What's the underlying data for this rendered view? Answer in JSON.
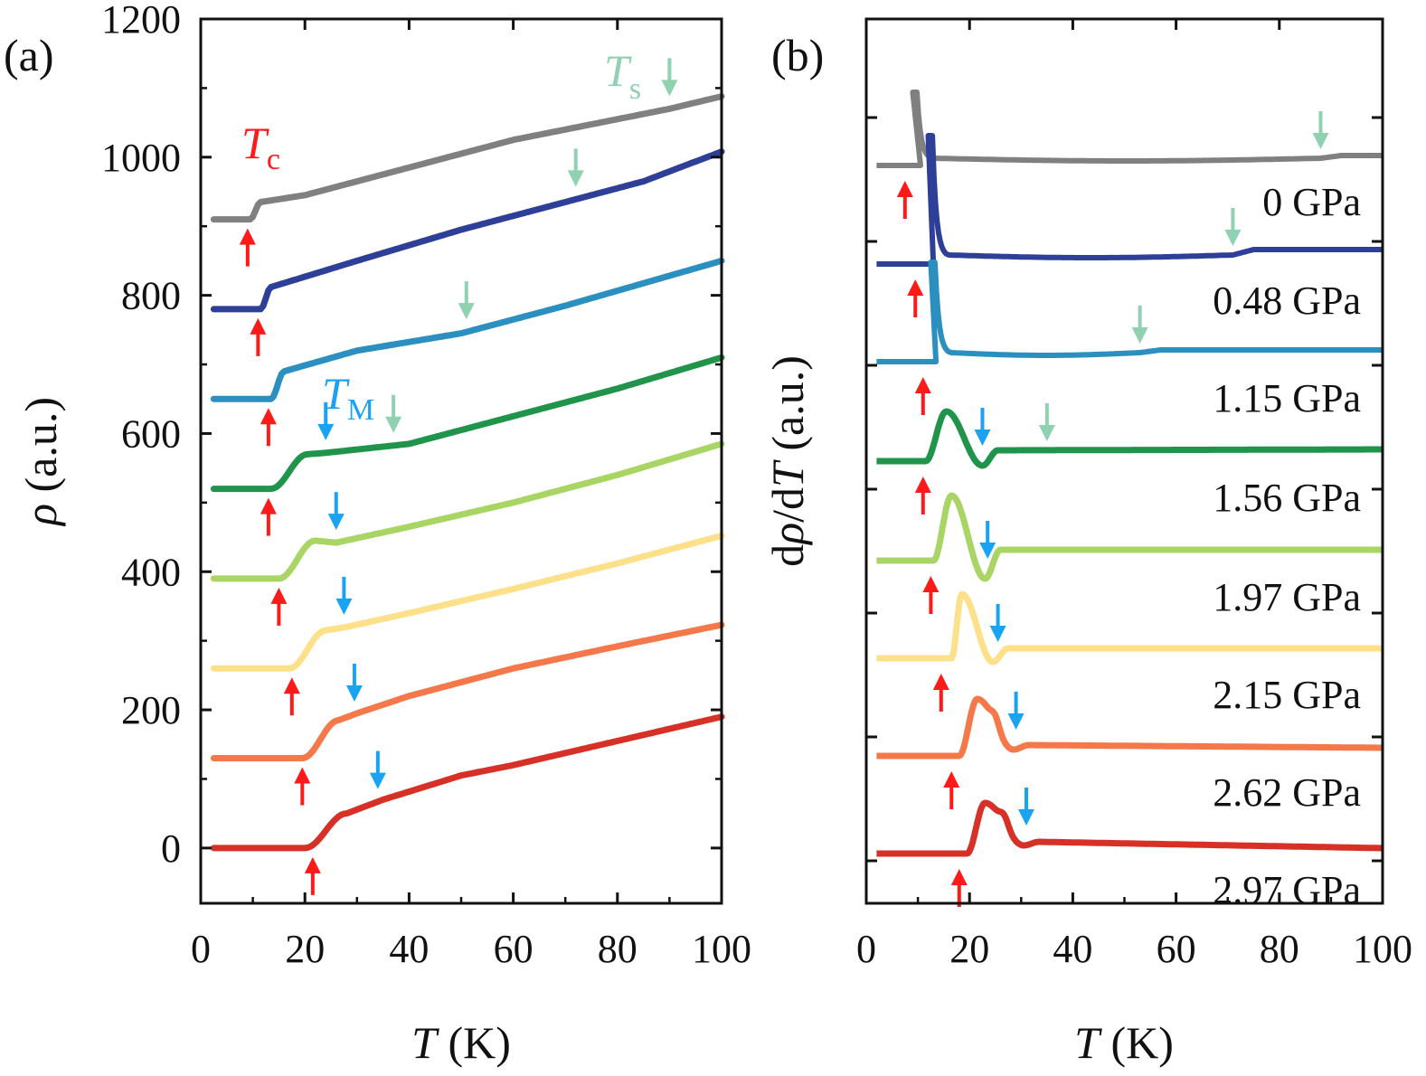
{
  "chart_data": [
    {
      "type": "line",
      "panel_label": "(a)",
      "xlabel": {
        "symbol": "T",
        "unit": " (K)"
      },
      "ylabel": {
        "symbol": "ρ",
        "unit": " (a.u.)"
      },
      "xlim": [
        0,
        100
      ],
      "ylim": [
        -80,
        1200
      ],
      "xticks": [
        0,
        20,
        40,
        60,
        80,
        100
      ],
      "yticks": [
        0,
        200,
        400,
        600,
        800,
        1000,
        1200
      ],
      "annotations": {
        "Tc": {
          "symbol": "T",
          "sub": "c",
          "color": "#ff1a1a"
        },
        "Ts": {
          "symbol": "T",
          "sub": "s",
          "color": "#8fd1b0"
        },
        "TM": {
          "symbol": "T",
          "sub": "M",
          "color": "#1aa3f0"
        }
      },
      "series": [
        {
          "pressure": "0 GPa",
          "color": "#808080",
          "offset": 910,
          "step": 23,
          "tc_onset": 9.5,
          "tc_width": 2.0,
          "bulk": [
            [
              11.5,
              935
            ],
            [
              20,
              945
            ],
            [
              60,
              1025
            ],
            [
              90,
              1070
            ],
            [
              100,
              1088
            ]
          ],
          "tc_arrow": 9,
          "ts_arrow": 90,
          "tm_arrow": null
        },
        {
          "pressure": "0.48 GPa",
          "color": "#2e3f98",
          "offset": 780,
          "step": 28,
          "tc_onset": 11.5,
          "tc_width": 2.0,
          "bulk": [
            [
              13.5,
              812
            ],
            [
              30,
              850
            ],
            [
              50,
              895
            ],
            [
              70,
              935
            ],
            [
              85,
              965
            ],
            [
              100,
              1008
            ]
          ],
          "tc_arrow": 11,
          "ts_arrow": 72,
          "tm_arrow": null
        },
        {
          "pressure": "1.15 GPa",
          "color": "#2b8fbf",
          "offset": 650,
          "step": 35,
          "tc_onset": 13.5,
          "tc_width": 2.5,
          "bulk": [
            [
              16,
              690
            ],
            [
              30,
              720
            ],
            [
              50,
              745
            ],
            [
              70,
              785
            ],
            [
              100,
              850
            ]
          ],
          "tc_arrow": 13,
          "ts_arrow": 51,
          "tm_arrow": null
        },
        {
          "pressure": "1.56 GPa",
          "color": "#21944b",
          "offset": 520,
          "step": 50,
          "tc_onset": 13.5,
          "tc_width": 7.0,
          "bulk": [
            [
              20.5,
              570
            ],
            [
              24,
              572
            ],
            [
              40,
              585
            ],
            [
              60,
              625
            ],
            [
              80,
              665
            ],
            [
              100,
              710
            ]
          ],
          "tc_arrow": 13,
          "ts_arrow": 37,
          "tm_arrow": 24
        },
        {
          "pressure": "1.97 GPa",
          "color": "#a8d563",
          "offset": 390,
          "step": 55,
          "tc_onset": 15,
          "tc_width": 7.0,
          "bulk": [
            [
              22,
              445
            ],
            [
              26,
              442
            ],
            [
              40,
              465
            ],
            [
              60,
              500
            ],
            [
              80,
              540
            ],
            [
              100,
              585
            ]
          ],
          "tc_arrow": 15,
          "ts_arrow": null,
          "tm_arrow": 26
        },
        {
          "pressure": "2.15 GPa",
          "color": "#fde08a",
          "offset": 260,
          "step": 55,
          "tc_onset": 17,
          "tc_width": 7.0,
          "bulk": [
            [
              24,
              315
            ],
            [
              28,
              320
            ],
            [
              40,
              340
            ],
            [
              60,
              375
            ],
            [
              80,
              412
            ],
            [
              100,
              452
            ]
          ],
          "tc_arrow": 17.5,
          "ts_arrow": null,
          "tm_arrow": 27.5
        },
        {
          "pressure": "2.62 GPa",
          "color": "#f4784a",
          "offset": 130,
          "step": 55,
          "tc_onset": 19.5,
          "tc_width": 7.0,
          "bulk": [
            [
              26.5,
              185
            ],
            [
              30,
              195
            ],
            [
              40,
              220
            ],
            [
              60,
              260
            ],
            [
              80,
              292
            ],
            [
              100,
              323
            ]
          ],
          "tc_arrow": 19.5,
          "ts_arrow": null,
          "tm_arrow": 29.5
        },
        {
          "pressure": "2.97 GPa",
          "color": "#d73027",
          "offset": 0,
          "step": 50,
          "tc_onset": 20,
          "tc_width": 8.0,
          "bulk": [
            [
              28,
              50
            ],
            [
              35,
              70
            ],
            [
              50,
              105
            ],
            [
              60,
              120
            ],
            [
              80,
              155
            ],
            [
              100,
              190
            ]
          ],
          "tc_arrow": 21.5,
          "ts_arrow": null,
          "tm_arrow": 34
        }
      ]
    },
    {
      "type": "line",
      "panel_label": "(b)",
      "xlabel": {
        "symbol": "T",
        "unit": " (K)"
      },
      "ylabel": {
        "prefix": "d",
        "symbol": "ρ",
        "mid": "/d",
        "symbol2": "T",
        "unit": " (a.u.)"
      },
      "xlim": [
        0,
        100
      ],
      "xticks": [
        0,
        20,
        40,
        60,
        80,
        100
      ],
      "series": [
        {
          "pressure": "0 GPa",
          "color": "#808080",
          "base_y": 183,
          "tail_y": 175,
          "peak_t": 9,
          "peak_y": 102,
          "cut_t": 10.5,
          "tc_arrow": 7.5,
          "ts_arrow": 88,
          "tm_arrow": null,
          "end_y": 172
        },
        {
          "pressure": "0.48 GPa",
          "color": "#2e3f98",
          "base_y": 292,
          "tail_y": 282,
          "peak_t": 12,
          "peak_y": 150,
          "cut_t": 13,
          "tc_arrow": 9.5,
          "ts_arrow": 71,
          "tm_arrow": null,
          "end_y": 276
        },
        {
          "pressure": "1.15 GPa",
          "color": "#2b8fbf",
          "base_y": 400,
          "tail_y": 390,
          "peak_t": 12.5,
          "peak_y": 290,
          "cut_t": 13.5,
          "tc_arrow": 11,
          "ts_arrow": 53,
          "tm_arrow": null,
          "end_y": 387
        },
        {
          "pressure": "1.56 GPa",
          "color": "#21944b",
          "base_y": 510,
          "tail_y": 498,
          "peak_t": 15.5,
          "peak_y": 455,
          "dip_t": 22.5,
          "dip_y": 515,
          "cut_t": 11,
          "tc_arrow": 11,
          "ts_arrow": 35,
          "tm_arrow": 22.5,
          "end_y": 497
        },
        {
          "pressure": "1.97 GPa",
          "color": "#a8d563",
          "base_y": 620,
          "tail_y": 608,
          "peak_t": 16.5,
          "peak_y": 548,
          "dip_t": 23,
          "dip_y": 640,
          "cut_t": 12.5,
          "tc_arrow": 12.5,
          "ts_arrow": null,
          "tm_arrow": 23.5,
          "end_y": 608
        },
        {
          "pressure": "2.15 GPa",
          "color": "#fde08a",
          "base_y": 728,
          "tail_y": 717,
          "peak_t": 18.5,
          "peak_y": 657,
          "dip_t": 24.5,
          "dip_y": 732,
          "cut_t": 16,
          "tc_arrow": 14.5,
          "ts_arrow": null,
          "tm_arrow": 25.5,
          "end_y": 717
        },
        {
          "pressure": "2.62 GPa",
          "color": "#f4784a",
          "base_y": 836,
          "tail_y": 824,
          "peak_t": 21.5,
          "peak_y": 773,
          "dip_t": 28.5,
          "dip_y": 829,
          "cut_t": 17.5,
          "tc_arrow": 16.5,
          "ts_arrow": null,
          "tm_arrow": 29,
          "end_y": 827
        },
        {
          "pressure": "2.97 GPa",
          "color": "#d73027",
          "base_y": 944,
          "tail_y": 931,
          "peak_t": 23,
          "peak_y": 888,
          "dip_t": 30.5,
          "dip_y": 935,
          "cut_t": 19,
          "tc_arrow": 18,
          "ts_arrow": null,
          "tm_arrow": 31,
          "end_y": 938
        }
      ]
    }
  ]
}
